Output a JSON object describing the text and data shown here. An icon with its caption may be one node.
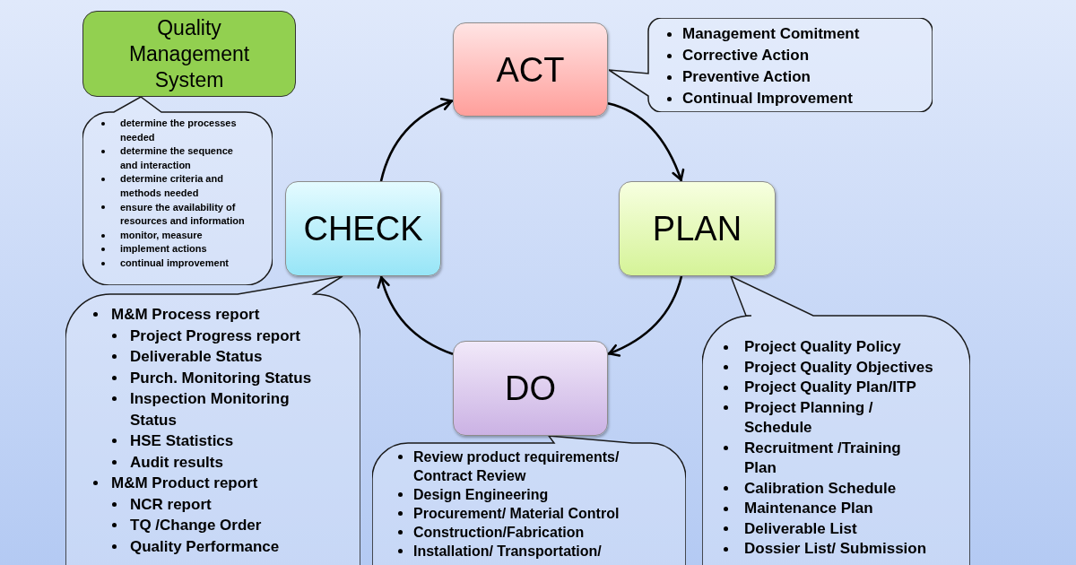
{
  "diagram": {
    "nodes": [
      {
        "text": [
          "Quality Management System"
        ]
      },
      {
        "text": [
          "ACT"
        ]
      },
      {
        "text": [
          "Management Comitment",
          "Corrective Action",
          "Preventive Action",
          "Continual Improvement"
        ]
      },
      {
        "text": [
          "determine the processes needed",
          "determine the sequence and interaction",
          "determine criteria and methods needed",
          "ensure the availability of resources and information",
          "monitor, measure",
          "implement actions",
          "continual improvement"
        ]
      },
      {
        "text": [
          "CHECK"
        ]
      },
      {
        "text": [
          "PLAN"
        ]
      },
      {
        "text": [
          "M&M Process report",
          "Project Progress report",
          "Deliverable Status",
          "Purch. Monitoring Status",
          "Inspection Monitoring Status",
          "HSE Statistics",
          "Audit results",
          "M&M Product report",
          "NCR report",
          "TQ /Change Order",
          "Quality Performance"
        ]
      },
      {
        "text": [
          "Project Quality Policy",
          "Project Quality Objectives",
          "Project Quality Plan/ITP",
          "Project Planning / Schedule",
          "Recruitment /Training Plan",
          "Calibration Schedule",
          "Maintenance Plan",
          "Deliverable List",
          "Dossier List/ Submission"
        ]
      },
      {
        "text": [
          "DO"
        ]
      },
      {
        "text": [
          "Review product requirements/ Contract Review",
          "Design Engineering",
          "Procurement/ Material Control",
          "Construction/Fabrication",
          "Installation/ Transportation/"
        ]
      }
    ],
    "edges": [
      {
        "from": 1,
        "to": 5,
        "arrow": "to"
      },
      {
        "from": 5,
        "to": 8,
        "arrow": "to"
      },
      {
        "from": 8,
        "to": 4,
        "arrow": "to"
      },
      {
        "from": 4,
        "to": 1,
        "arrow": "to"
      }
    ]
  }
}
